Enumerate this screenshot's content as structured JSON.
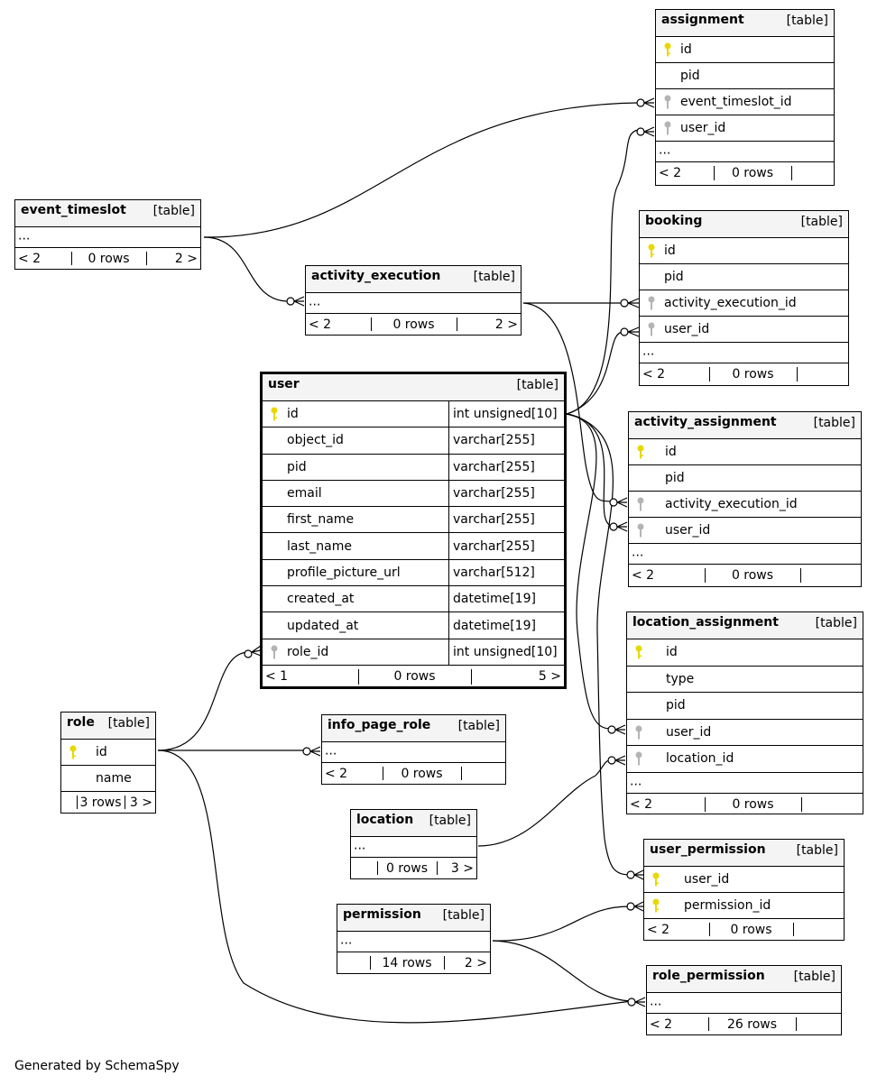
{
  "footer_text": "Generated by SchemaSpy",
  "type_label": "[table]",
  "tables": {
    "assignment": {
      "name": "assignment",
      "columns": [
        "id",
        "pid",
        "event_timeslot_id",
        "user_id"
      ],
      "ellipsis": "...",
      "prev": "< 2",
      "rows": "0 rows",
      "next": ""
    },
    "event_timeslot": {
      "name": "event_timeslot",
      "ellipsis": "...",
      "prev": "< 2",
      "rows": "0 rows",
      "next": "2 >"
    },
    "booking": {
      "name": "booking",
      "columns": [
        "id",
        "pid",
        "activity_execution_id",
        "user_id"
      ],
      "ellipsis": "...",
      "prev": "< 2",
      "rows": "0 rows",
      "next": ""
    },
    "activity_execution": {
      "name": "activity_execution",
      "ellipsis": "...",
      "prev": "< 2",
      "rows": "0 rows",
      "next": "2 >"
    },
    "user": {
      "name": "user",
      "columns": [
        {
          "name": "id",
          "type": "int unsigned[10]"
        },
        {
          "name": "object_id",
          "type": "varchar[255]"
        },
        {
          "name": "pid",
          "type": "varchar[255]"
        },
        {
          "name": "email",
          "type": "varchar[255]"
        },
        {
          "name": "first_name",
          "type": "varchar[255]"
        },
        {
          "name": "last_name",
          "type": "varchar[255]"
        },
        {
          "name": "profile_picture_url",
          "type": "varchar[512]"
        },
        {
          "name": "created_at",
          "type": "datetime[19]"
        },
        {
          "name": "updated_at",
          "type": "datetime[19]"
        },
        {
          "name": "role_id",
          "type": "int unsigned[10]"
        }
      ],
      "prev": "< 1",
      "rows": "0 rows",
      "next": "5 >"
    },
    "activity_assignment": {
      "name": "activity_assignment",
      "columns": [
        "id",
        "pid",
        "activity_execution_id",
        "user_id"
      ],
      "ellipsis": "...",
      "prev": "< 2",
      "rows": "0 rows",
      "next": ""
    },
    "location_assignment": {
      "name": "location_assignment",
      "columns": [
        "id",
        "type",
        "pid",
        "user_id",
        "location_id"
      ],
      "ellipsis": "...",
      "prev": "< 2",
      "rows": "0 rows",
      "next": ""
    },
    "role": {
      "name": "role",
      "columns": [
        "id",
        "name"
      ],
      "prev": "",
      "rows": "3 rows",
      "next": "3 >"
    },
    "info_page_role": {
      "name": "info_page_role",
      "ellipsis": "...",
      "prev": "< 2",
      "rows": "0 rows",
      "next": ""
    },
    "location": {
      "name": "location",
      "ellipsis": "...",
      "prev": "",
      "rows": "0 rows",
      "next": "3 >"
    },
    "user_permission": {
      "name": "user_permission",
      "columns": [
        "user_id",
        "permission_id"
      ],
      "prev": "< 2",
      "rows": "0 rows",
      "next": ""
    },
    "permission": {
      "name": "permission",
      "ellipsis": "...",
      "prev": "",
      "rows": "14 rows",
      "next": "2 >"
    },
    "role_permission": {
      "name": "role_permission",
      "ellipsis": "...",
      "prev": "< 2",
      "rows": "26 rows",
      "next": ""
    }
  },
  "colors": {
    "primary_key": "#e8d800",
    "foreign_key": "#b4b4b4",
    "header_bg": "#f4f4f4"
  }
}
